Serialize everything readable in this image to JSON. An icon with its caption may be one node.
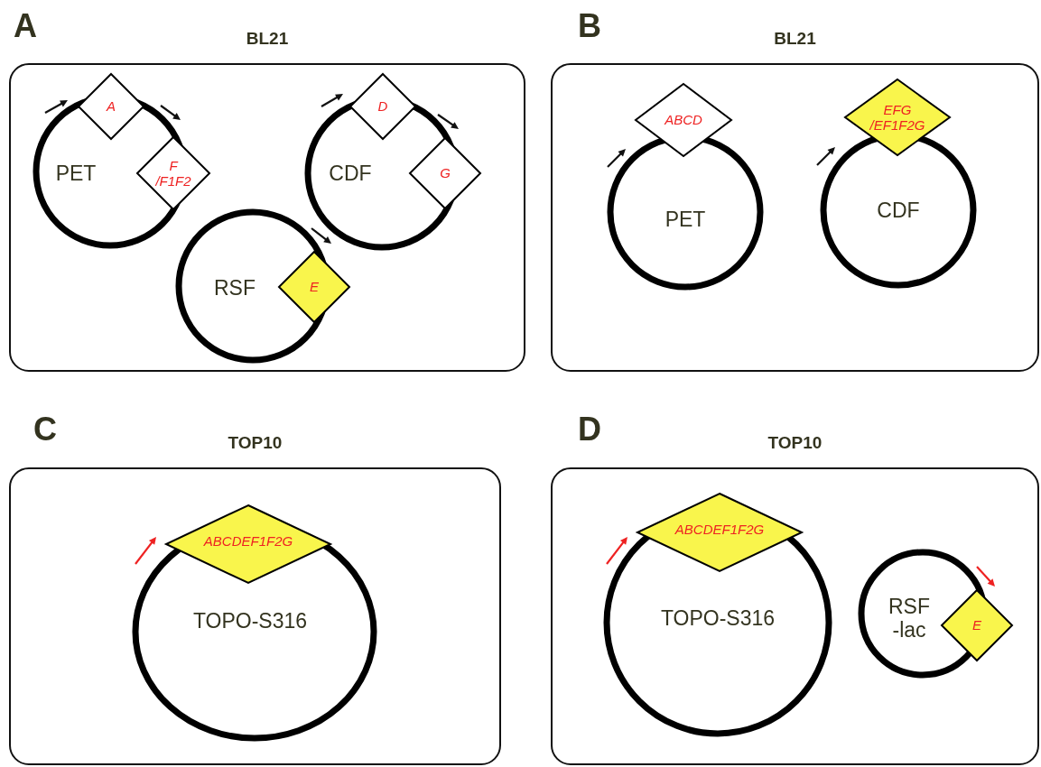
{
  "diagram": {
    "nodes": [
      {
        "text": [
          "BL21"
        ]
      },
      {
        "text": [
          "PET"
        ],
        "in": 0
      },
      {
        "text": [
          "A"
        ],
        "in": 0
      },
      {
        "text": [
          "F /F1F2"
        ],
        "in": 0
      },
      {
        "text": [
          "CDF"
        ],
        "in": 0
      },
      {
        "text": [
          "D"
        ],
        "in": 0
      },
      {
        "text": [
          "G"
        ],
        "in": 0
      },
      {
        "text": [
          "RSF"
        ],
        "in": 0
      },
      {
        "text": [
          "E"
        ],
        "in": 0
      },
      {
        "text": [
          "BL21"
        ]
      },
      {
        "text": [
          "PET"
        ],
        "in": 9
      },
      {
        "text": [
          "ABCD"
        ],
        "in": 9
      },
      {
        "text": [
          "CDF"
        ],
        "in": 9
      },
      {
        "text": [
          "EFG /EF1F2G"
        ],
        "in": 9
      },
      {
        "text": [
          "TOP10"
        ]
      },
      {
        "text": [
          "TOPO-S316"
        ],
        "in": 14
      },
      {
        "text": [
          "ABCDEF1F2G"
        ],
        "in": 14
      },
      {
        "text": [
          "TOP10"
        ]
      },
      {
        "text": [
          "TOPO-S316"
        ],
        "in": 17
      },
      {
        "text": [
          "ABCDEF1F2G"
        ],
        "in": 17
      },
      {
        "text": [
          "RSF -lac"
        ],
        "in": 17
      },
      {
        "text": [
          "E"
        ],
        "in": 17
      }
    ],
    "edges": [],
    "labels": [
      "A",
      "B",
      "C",
      "D"
    ]
  }
}
